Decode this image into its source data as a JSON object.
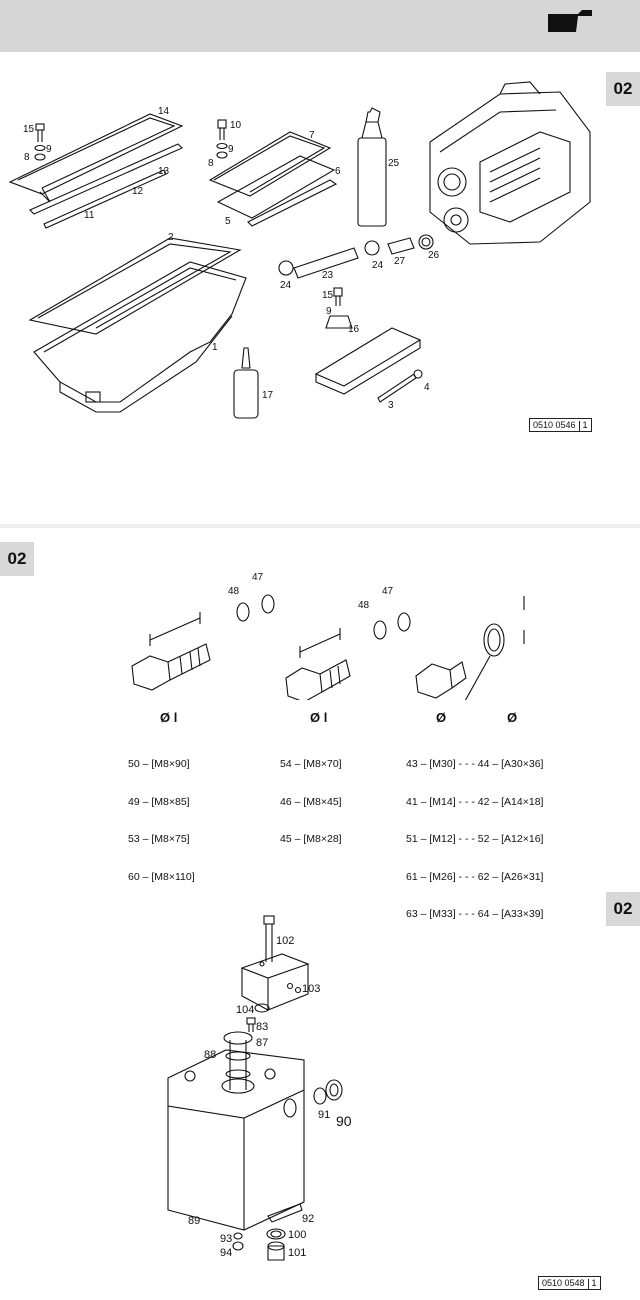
{
  "sections": [
    {
      "tab": "02",
      "ref_code": "0510 0546",
      "ref_index": "1"
    },
    {
      "tab": "02"
    },
    {
      "tab": "02",
      "ref_code": "0510 0548",
      "ref_index": "1"
    }
  ],
  "diagram1_labels": [
    "15",
    "8",
    "9",
    "14",
    "13",
    "12",
    "11",
    "10",
    "9",
    "8",
    "7",
    "6",
    "5",
    "25",
    "2",
    "1",
    "17",
    "24",
    "23",
    "24",
    "27",
    "26",
    "15",
    "9",
    "16",
    "4",
    "3"
  ],
  "diagram2": {
    "headers": {
      "d1": "Ø l",
      "d2": "Ø l",
      "d3a": "Ø",
      "d3b": "Ø"
    },
    "top_labels": [
      "48",
      "47",
      "48",
      "47"
    ],
    "group1": [
      "50 – [M8×90]",
      "49 – [M8×85]",
      "53 – [M8×75]",
      "60 – [M8×110]"
    ],
    "group2": [
      "54 – [M8×70]",
      "46 – [M8×45]",
      "45 – [M8×28]"
    ],
    "group3": [
      "43 – [M30] - - - 44 – [A30×36]",
      "41 – [M14] - - - 42 – [A14×18]",
      "51 – [M12] - - - 52 – [A12×16]",
      "61 – [M26] - - - 62 – [A26×31]",
      "63 – [M33] - - - 64 – [A33×39]"
    ]
  },
  "diagram3_labels": [
    "102",
    "103",
    "104",
    "83",
    "88",
    "87",
    "91",
    "90",
    "89",
    "92",
    "93",
    "94",
    "100",
    "101"
  ]
}
